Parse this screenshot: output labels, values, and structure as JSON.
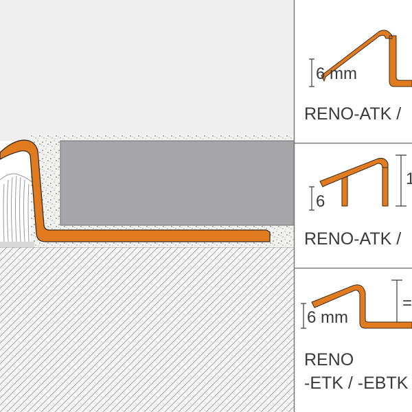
{
  "colors": {
    "profile": "#e07b1f",
    "profile_edge": "#3a2a1a",
    "wall": "#efeff0",
    "tile": "#a6a6a8",
    "adhesive": "#f1f1ef",
    "subfloor": "#f6f6f6",
    "divider": "#7a7a7a"
  },
  "panels": [
    {
      "dimension": "6 mm",
      "product": "RENO-ATK /",
      "height_mark": ""
    },
    {
      "dimension": "6",
      "product": "RENO-ATK /",
      "height_mark": "1"
    },
    {
      "dimension": "6 mm",
      "product_line1": "RENO",
      "product_line2": "-ETK / -EBTK",
      "height_mark": "="
    }
  ]
}
